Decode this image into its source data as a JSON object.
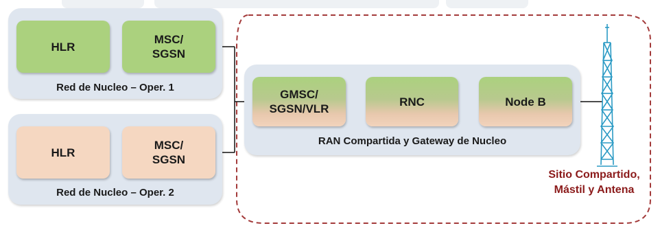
{
  "operator1": {
    "hlr": "HLR",
    "msc_line1": "MSC/",
    "msc_line2": "SGSN",
    "label": "Red de Nucleo – Oper. 1"
  },
  "operator2": {
    "hlr": "HLR",
    "msc_line1": "MSC/",
    "msc_line2": "SGSN",
    "label": "Red de Nucleo – Oper. 2"
  },
  "shared": {
    "gmsc_line1": "GMSC/",
    "gmsc_line2": "SGSN/VLR",
    "rnc": "RNC",
    "nodeb": "Node B",
    "label": "RAN Compartida y Gateway de Nucleo"
  },
  "site": {
    "line1": "Sitio Compartido,",
    "line2": "Mástil y Antena"
  },
  "colors": {
    "core_green": "#abd17e",
    "core_peach": "#f5d7c1",
    "panel_bg": "#dfe6ef",
    "dashed_border": "#a33a3a",
    "tower": "#2a9ac4",
    "site_text": "#8b1a1a"
  }
}
